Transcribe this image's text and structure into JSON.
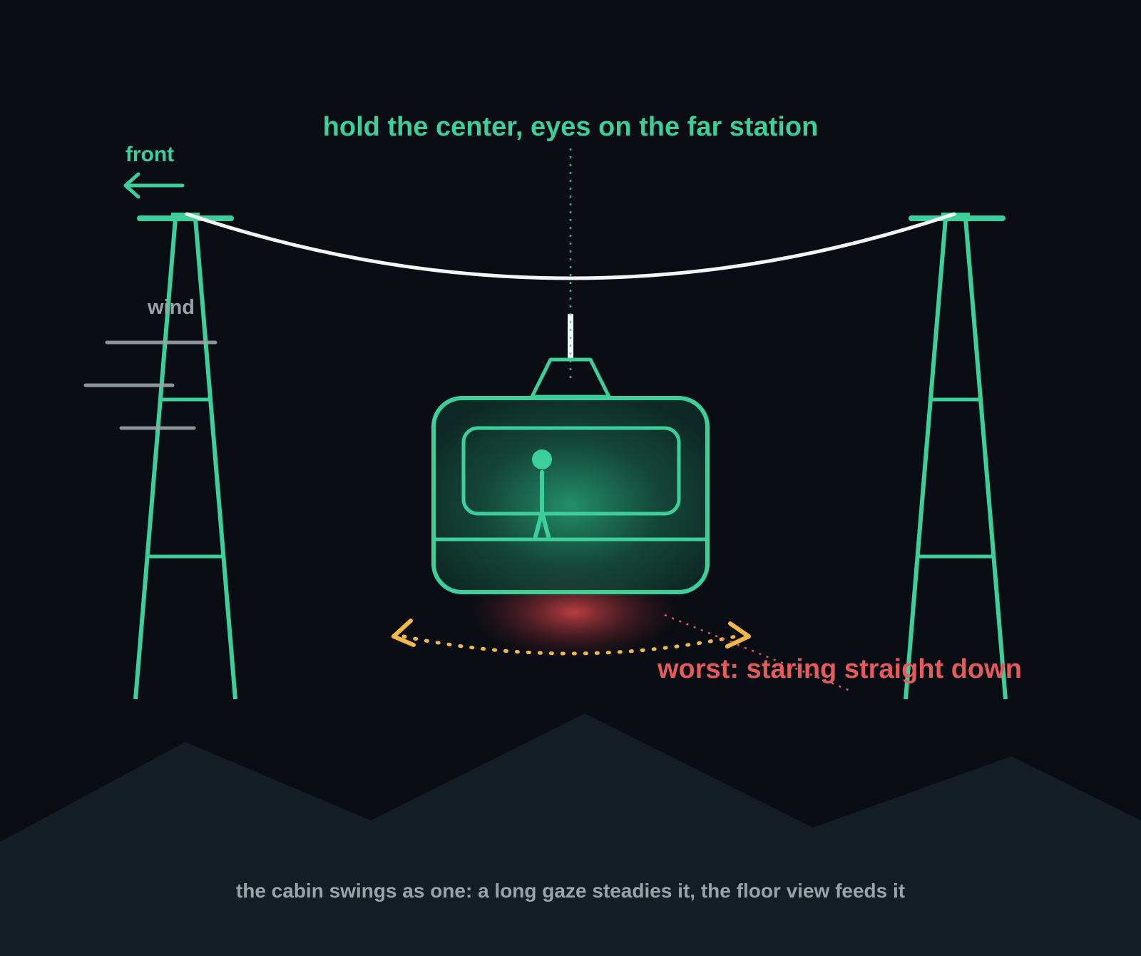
{
  "labels": {
    "headline": "hold the center, eyes on the far station",
    "front": "front",
    "wind": "wind",
    "worst": "worst: staring straight down",
    "caption": "the cabin swings as one: a long gaze steadies it, the floor view feeds it"
  },
  "icons": {
    "front_arrow": "arrow-left-icon",
    "swing_arrows": "swing-double-arrow-icon"
  },
  "colors": {
    "background": "#0a0d14",
    "accent": "#3ccf9a",
    "cable": "#f2f7f5",
    "wind": "#9aa3a8",
    "swing": "#f0b84a",
    "warning": "#e25c5c",
    "mountains": "#141e24",
    "caption": "#9aa3a8"
  }
}
